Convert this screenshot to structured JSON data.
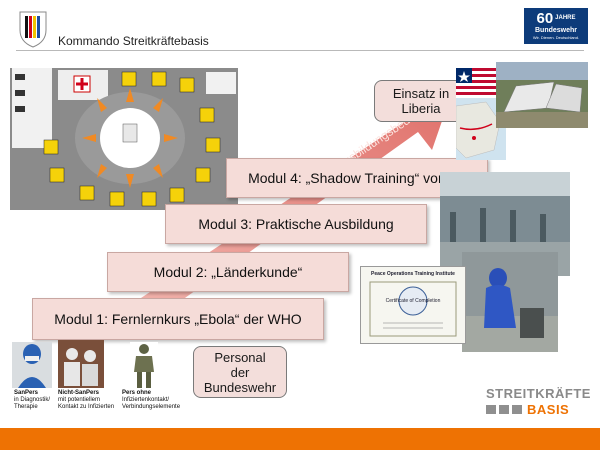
{
  "header": {
    "title": "Kommando Streitkräftebasis",
    "badge": {
      "number": "60",
      "suffix": "JAHRE",
      "org": "Bundeswehr",
      "tagline": "Wir. Dienen. Deutschland."
    }
  },
  "arrow": {
    "text": "Ausbildungsbedarf"
  },
  "modules": [
    {
      "label": "Modul 1: Fernlernkurs „Ebola“ der WHO"
    },
    {
      "label": "Modul 2: „Länderkunde“"
    },
    {
      "label": "Modul 3: Praktische Ausbildung"
    },
    {
      "label": "Modul 4: „Shadow Training“ vor Ort"
    }
  ],
  "destination": {
    "line1": "Einsatz in",
    "line2": "Liberia"
  },
  "personal": {
    "line1": "Personal",
    "line2": "der",
    "line3": "Bundeswehr"
  },
  "certificate": {
    "title": "Peace Operations Training Institute",
    "subtitle": "Certificate of Completion"
  },
  "personnel": [
    {
      "title": "SanPers",
      "line1": "in Diagnostik/",
      "line2": "Therapie"
    },
    {
      "title": "Nicht-SanPers",
      "line1": "mit potentiellem",
      "line2": "Kontakt zu Infizierten"
    },
    {
      "title": "Pers ohne",
      "line1": "Infiziertenkontakt/",
      "line2": "Verbindungselemente"
    }
  ],
  "logo": {
    "top": "STREITKRÄFTE",
    "bottom": "BASIS"
  },
  "colors": {
    "accent": "#ee7203",
    "box": "#f5dcd8",
    "arrow": "#e0776e",
    "badge": "#0d3b7a"
  }
}
